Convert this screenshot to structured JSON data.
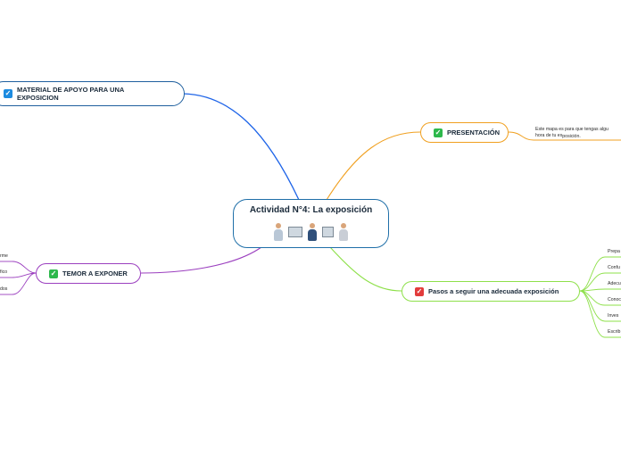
{
  "central": {
    "title": "Actividad N°4: La exposición"
  },
  "material": {
    "label": "MATERIAL DE APOYO PARA UNA EXPOSICION"
  },
  "presentacion": {
    "label": "PRESENTACIÓN",
    "note_line1": "Este mapa es para que tengas algu",
    "note_line2a": "hora de tu ex",
    "note_line2b": "posición."
  },
  "temor": {
    "label": "TEMOR A EXPONER",
    "children": [
      "rme",
      "fico",
      "dos"
    ]
  },
  "pasos": {
    "label": "Pasos a seguir una adecuada exposición",
    "children": [
      "Prepa",
      "Confu",
      "Adecu",
      "Conoc",
      "Inves",
      "Escrib"
    ]
  },
  "colors": {
    "blue_branch": "#1e64e8",
    "orange_branch": "#f0a020",
    "purple_branch": "#9b3fbf",
    "green_branch": "#8ee04a",
    "check_green": "#2db84c",
    "check_blue": "#1c8be0",
    "check_red": "#e23c3c"
  }
}
